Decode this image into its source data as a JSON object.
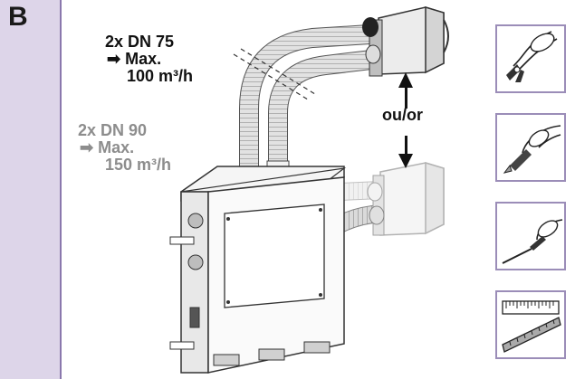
{
  "step": {
    "letter": "B"
  },
  "colors": {
    "sidebar_bg": "#ddd5e9",
    "accent_line": "#8a78ad",
    "tool_frame": "#9b8db8",
    "muted_text": "#8d8d8d"
  },
  "labels": {
    "dn75": {
      "title": "2x DN 75",
      "max": "➡ Max.",
      "flow": "100 m³/h"
    },
    "dn90": {
      "title": "2x DN 90",
      "max": "➡ Max.",
      "flow": "150 m³/h"
    },
    "alternative": "ou/or"
  },
  "tools": [
    {
      "name": "side-cutters-icon"
    },
    {
      "name": "utility-knife-icon"
    },
    {
      "name": "screwdriver-icon"
    },
    {
      "name": "ruler-icon"
    }
  ]
}
